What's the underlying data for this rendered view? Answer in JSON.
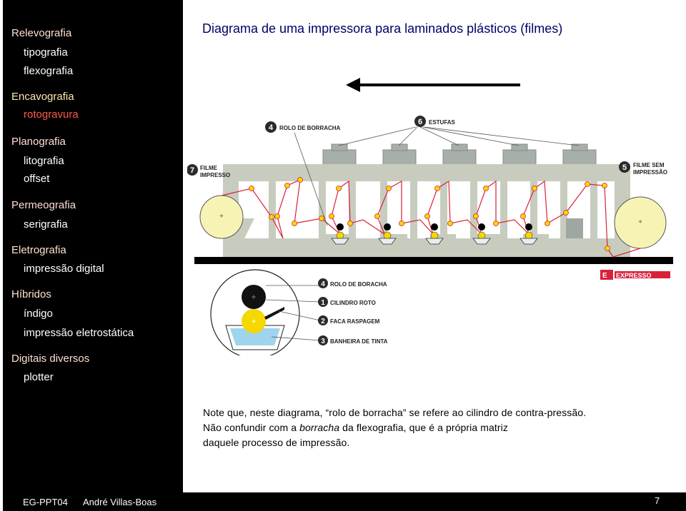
{
  "sidebar": {
    "items": [
      {
        "label": "Relevografia",
        "level": "heading"
      },
      {
        "label": "tipografia",
        "level": "sub"
      },
      {
        "label": "flexografia",
        "level": "sub"
      },
      {
        "label": "Encavografia",
        "level": "heading"
      },
      {
        "label": "rotogravura",
        "level": "sub",
        "active": true
      },
      {
        "label": "Planografia",
        "level": "heading"
      },
      {
        "label": "litografia",
        "level": "sub"
      },
      {
        "label": "offset",
        "level": "sub"
      },
      {
        "label": "Permeografia",
        "level": "heading"
      },
      {
        "label": "serigrafia",
        "level": "sub"
      },
      {
        "label": "Eletrografia",
        "level": "heading"
      },
      {
        "label": "impressão digital",
        "level": "sub"
      },
      {
        "label": "Híbridos",
        "level": "heading"
      },
      {
        "label": "índigo",
        "level": "sub"
      },
      {
        "label": "impressão eletrostática",
        "level": "sub"
      },
      {
        "label": "Digitais diversos",
        "level": "heading"
      },
      {
        "label": "plotter",
        "level": "sub"
      }
    ]
  },
  "title": "Diagrama de uma impressora para laminados plásticos (filmes)",
  "diagram": {
    "labels": {
      "rolo_borracha": {
        "num": "4",
        "text": "ROLO DE BORRACHA"
      },
      "estufas": {
        "num": "6",
        "text": "ESTUFAS"
      },
      "filme_impresso": {
        "num": "7",
        "line1": "FILME",
        "line2": "IMPRESSO"
      },
      "filme_sem_impressao": {
        "num": "5",
        "line1": "FILME SEM",
        "line2": "IMPRESSÃO"
      }
    },
    "legend": [
      {
        "num": "4",
        "text": "ROLO DE BORACHA"
      },
      {
        "num": "1",
        "text": "CILINDRO ROTO"
      },
      {
        "num": "2",
        "text": "FACA RASPAGEM"
      },
      {
        "num": "3",
        "text": "BANHEIRA DE TINTA"
      }
    ],
    "logo_text": "EXPRESSO"
  },
  "note": {
    "line1": "Note que, neste diagrama, “rolo de borracha” se refere ao cilindro de contra-pressão.",
    "line2_a": "Não confundir com a ",
    "line2_em": "borracha",
    "line2_b": " da flexografia, que é a própria matriz",
    "line3": "daquele processo de impressão."
  },
  "footer": {
    "code": "EG-PPT04",
    "author": "André Villas-Boas",
    "page": "7"
  },
  "colors": {
    "sidebar_bg": "#000000",
    "heading": "#ffe0d0",
    "active": "#ff5a4a",
    "title": "#000066",
    "machine": "#c7ccbe",
    "web": "#d9203a",
    "roll": "#f7f3b5",
    "yellow": "#f4d800"
  }
}
